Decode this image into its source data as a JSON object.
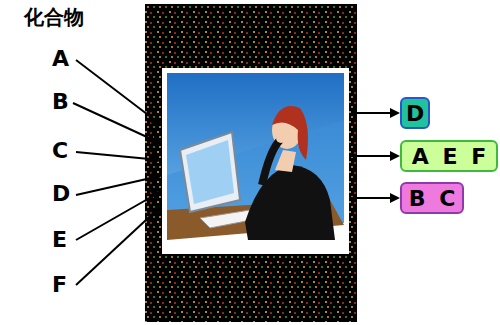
{
  "diagram": {
    "title": "化合物",
    "nodes": [
      {
        "text": [
          "D"
        ]
      },
      {
        "text": [
          "A E F"
        ]
      },
      {
        "text": [
          "B C"
        ]
      }
    ],
    "labels": [
      "A",
      "B",
      "C",
      "D",
      "E",
      "F"
    ]
  }
}
